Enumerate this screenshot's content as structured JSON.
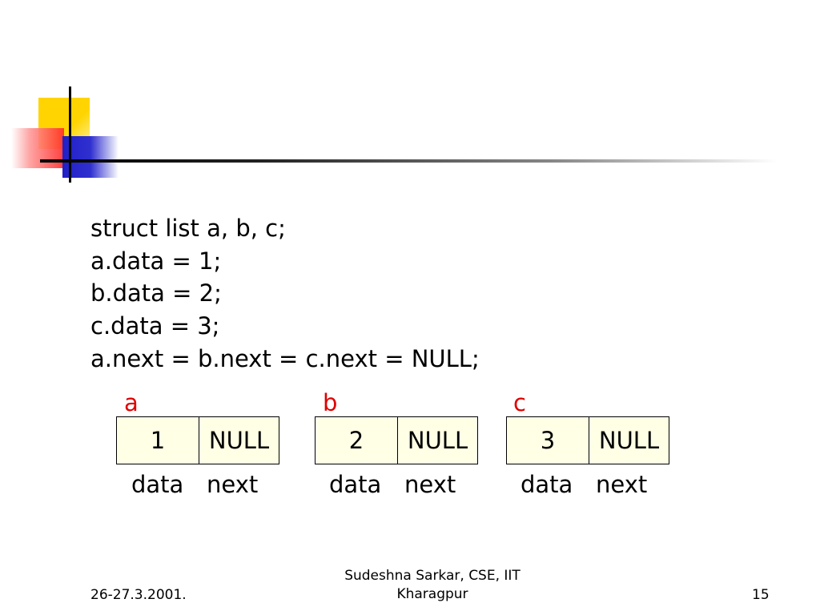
{
  "code_lines": [
    "struct list a, b, c;",
    "a.data = 1;",
    "b.data = 2;",
    "c.data = 3;",
    "a.next = b.next = c.next = NULL;"
  ],
  "nodes": [
    {
      "name": "a",
      "data": "1",
      "next": "NULL",
      "data_label": "data",
      "next_label": "next"
    },
    {
      "name": "b",
      "data": "2",
      "next": "NULL",
      "data_label": "data",
      "next_label": "next"
    },
    {
      "name": "c",
      "data": "3",
      "next": "NULL",
      "data_label": "data",
      "next_label": "next"
    }
  ],
  "footer": {
    "date": "26-27.3.2001.",
    "author_line1": "Sudeshna Sarkar, CSE, IIT",
    "author_line2": "Kharagpur",
    "page_number": "15"
  },
  "colors": {
    "node_fill": "#ffffe6",
    "node_name": "#e00000",
    "accent_yellow": "#ffd400",
    "accent_red": "#ff2a2a",
    "accent_blue": "#2020c8"
  }
}
